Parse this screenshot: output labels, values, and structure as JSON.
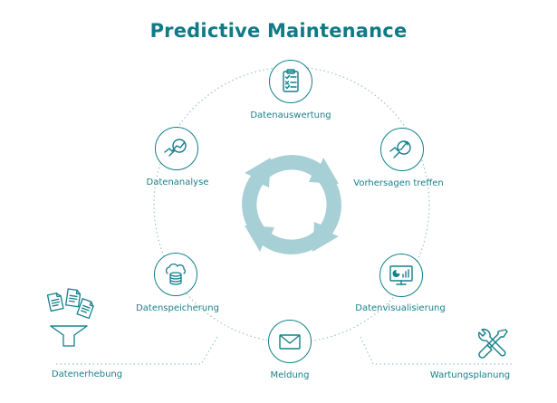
{
  "title": "Predictive Maintenance",
  "colors": {
    "primary": "#12808b",
    "cycle": "#a7cfd6",
    "dotted": "#9fc4c9"
  },
  "nodes": [
    {
      "label": "Datenauswertung",
      "icon": "clipboard-checklist-icon"
    },
    {
      "label": "Vorhersagen treffen",
      "icon": "trend-magnifier-icon"
    },
    {
      "label": "Datenvisualisierung",
      "icon": "monitor-chart-icon"
    },
    {
      "label": "Meldung",
      "icon": "envelope-icon"
    },
    {
      "label": "Datenspeicherung",
      "icon": "cloud-database-icon"
    },
    {
      "label": "Datenanalyse",
      "icon": "chart-magnifier-icon"
    }
  ],
  "outer": [
    {
      "label": "Datenerhebung",
      "icon": "documents-funnel-icon"
    },
    {
      "label": "Wartungsplanung",
      "icon": "wrench-screwdriver-icon"
    }
  ],
  "center_icon": "cycle-arrows-icon"
}
